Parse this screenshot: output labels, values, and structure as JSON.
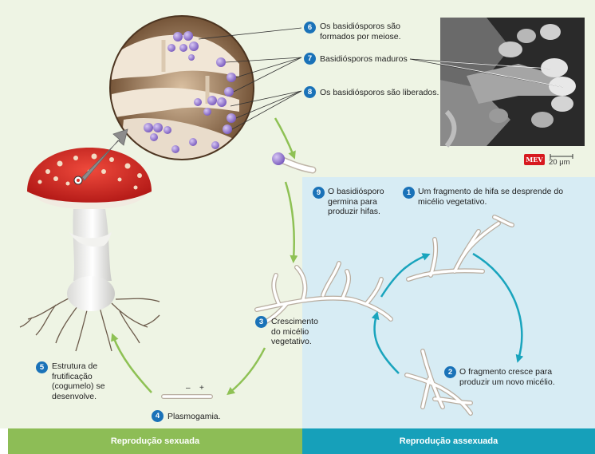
{
  "steps": [
    {
      "num": "1",
      "text": "Um fragmento de hifa se desprende do micélio vegetativo."
    },
    {
      "num": "2",
      "text": "O fragmento cresce para produzir um novo micélio."
    },
    {
      "num": "3",
      "text": "Crescimento do micélio vegetativo."
    },
    {
      "num": "4",
      "text": "Plasmogamia."
    },
    {
      "num": "5",
      "text": "Estrutura de frutificação (cogumelo) se desenvolve."
    },
    {
      "num": "6",
      "text": "Os basidiósporos são formados por meiose."
    },
    {
      "num": "7",
      "text": "Basidiósporos maduros"
    },
    {
      "num": "8",
      "text": "Os basidiósporos são liberados."
    },
    {
      "num": "9",
      "text": "O basidiósporo germina para produzir hifas."
    }
  ],
  "micrograph": {
    "badge": "MEV",
    "scale": "20 μm"
  },
  "mating_signs": {
    "minus": "–",
    "plus": "+"
  },
  "bands": {
    "sexual": "Reprodução sexuada",
    "asexual": "Reprodução assexuada"
  },
  "colors": {
    "sexual_bg": "#eef4e4",
    "asexual_bg": "#d7ecf4",
    "sexual_band": "#8dbd56",
    "asexual_band": "#16a0ba",
    "green_arrow": "#8ec154",
    "blue_arrow": "#19a4bd",
    "step_badge": "#1a72b8",
    "spore": "#9b7fd0",
    "mushroom_cap": "#d9322a"
  }
}
